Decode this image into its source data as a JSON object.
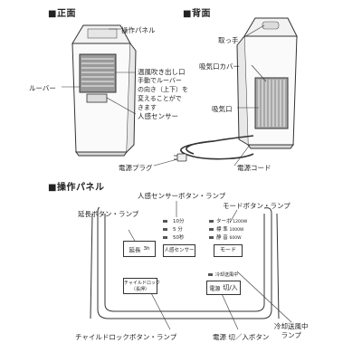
{
  "sections": {
    "front": "■正面",
    "back": "■背面",
    "panel": "■操作パネル"
  },
  "front_labels": {
    "control_panel": "操作パネル",
    "louver": "ルーバー",
    "outlet_title": "温風吹き出し口",
    "outlet_desc": [
      "手動でルーバー",
      "の向き（上下）を",
      "変えることがで",
      "きます"
    ],
    "sensor": "人感センサー",
    "plug": "電源プラグ"
  },
  "back_labels": {
    "handle": "取っ手",
    "filter_cover": "吸気口カバー",
    "intake": "吸気口",
    "cord": "電源コード"
  },
  "panel_labels": {
    "sensor_button": "人感センサーボタン・ランプ",
    "extend_button": "延長ボタン・ランプ",
    "mode_button": "モードボタン・ランプ",
    "child_lock_button": "チャイルドロックボタン・ランプ",
    "cooling_lamp_1": "冷却送風中",
    "cooling_lamp_2": "ランプ",
    "power_button": "電源 切／入ボタン"
  },
  "panel_keys": {
    "extend": "延長",
    "extend_sub": "3h",
    "timer_opts": [
      "10分",
      "5 分",
      "50秒"
    ],
    "sensor": "人感センサー",
    "mode_opts": [
      "ターボ",
      "標 準",
      "静 音"
    ],
    "mode_watts": [
      "1200W",
      "1000W",
      "600W"
    ],
    "mode": "モード",
    "child_lock_1": "チャイルドロック",
    "child_lock_2": "（長押）",
    "cooling": "冷却送風中",
    "power": "電源",
    "power_sub": "切/入"
  }
}
